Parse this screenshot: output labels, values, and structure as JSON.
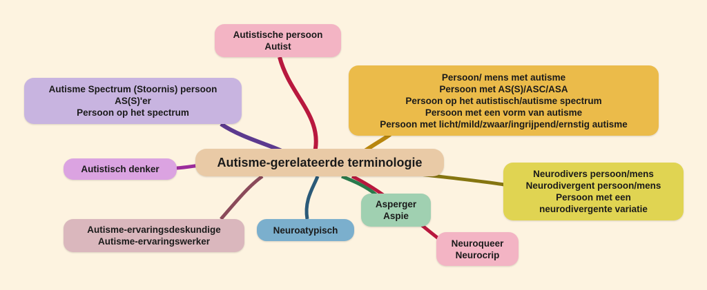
{
  "central": {
    "label": "Autisme-gerelateerde terminologie",
    "color": "#e9caa6"
  },
  "branches": [
    {
      "id": "autist",
      "lines": [
        "Autistische persoon",
        "Autist"
      ],
      "color": "#f3b4c4",
      "link": "#b8183e"
    },
    {
      "id": "persoon-met",
      "lines": [
        "Persoon/ mens met autisme",
        "Persoon met AS(S)/ASC/ASA",
        "Persoon op het autistisch/autisme spectrum",
        "Persoon met een vorm van autisme",
        "Persoon met licht/mild/zwaar/ingrijpend/ernstig autisme"
      ],
      "color": "#ebbb4a",
      "link": "#b8860e"
    },
    {
      "id": "spectrum",
      "lines": [
        "Autisme Spectrum (Stoornis) persoon",
        "AS(S)'er",
        "Persoon op het spectrum"
      ],
      "color": "#c8b4e0",
      "link": "#5c3a8e"
    },
    {
      "id": "denker",
      "lines": [
        "Autistisch denker"
      ],
      "color": "#dba3e1",
      "link": "#9b2c9b"
    },
    {
      "id": "ervaring",
      "lines": [
        "Autisme-ervaringsdeskundige",
        "Autisme-ervaringswerker"
      ],
      "color": "#dab7bd",
      "link": "#8a4a5a"
    },
    {
      "id": "neuroatypisch",
      "lines": [
        "Neuroatypisch"
      ],
      "color": "#7bafcd",
      "link": "#2b5a78"
    },
    {
      "id": "asperger",
      "lines": [
        "Asperger",
        "Aspie"
      ],
      "color": "#a0d0b1",
      "link": "#2a7a4c"
    },
    {
      "id": "neuroqueer",
      "lines": [
        "Neuroqueer",
        "Neurocrip"
      ],
      "color": "#f3b4c4",
      "link": "#b8183e"
    },
    {
      "id": "neurodivers",
      "lines": [
        "Neurodivers persoon/mens",
        "Neurodivergent persoon/mens",
        "Persoon met een",
        "neurodivergente variatie"
      ],
      "color": "#e0d452",
      "link": "#857510"
    }
  ]
}
